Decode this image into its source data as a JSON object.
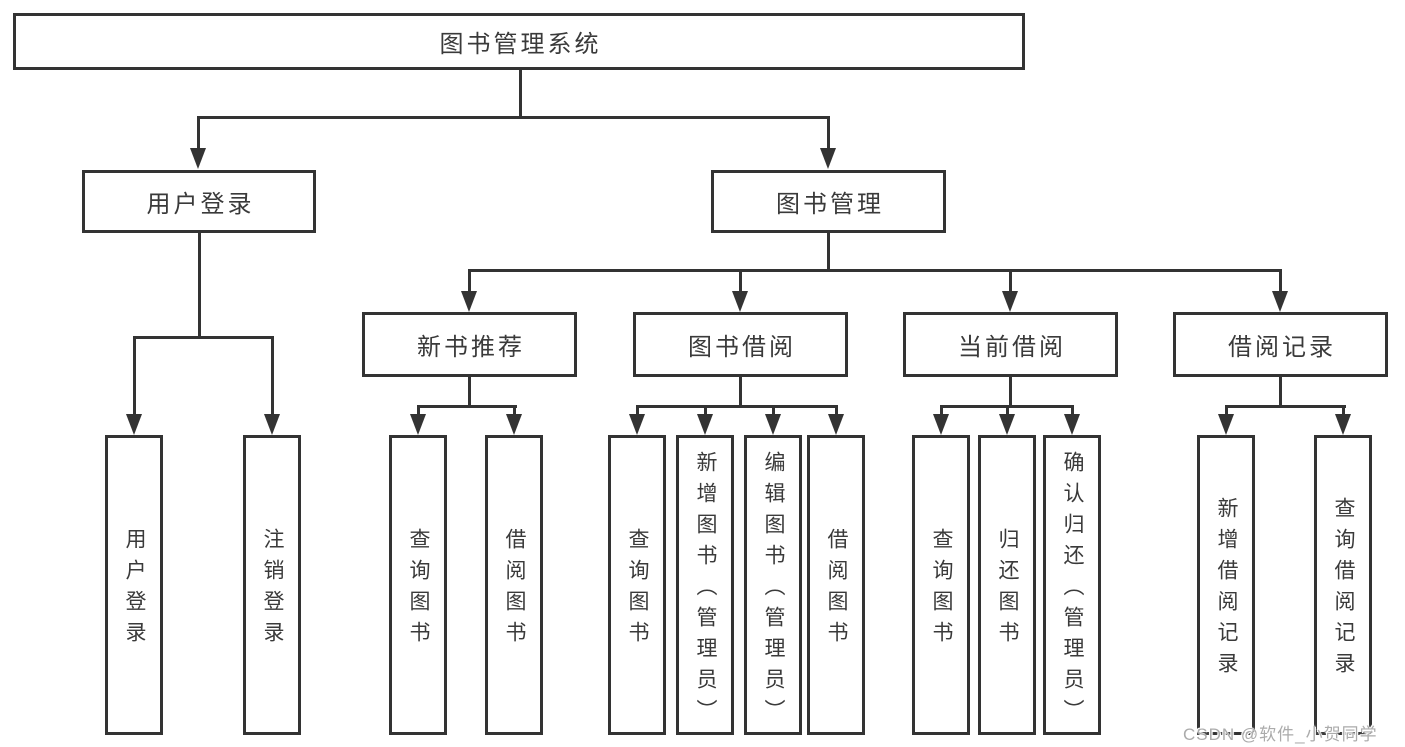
{
  "nodes": {
    "root": "图书管理系统",
    "userLogin": "用户登录",
    "bookMgmt": "图书管理",
    "newBookRec": "新书推荐",
    "bookBorrow": "图书借阅",
    "currentBorrow": "当前借阅",
    "borrowRecords": "借阅记录",
    "leafUserLogin": "用户登录",
    "leafLogout": "注销登录",
    "leafQueryBook1": "查询图书",
    "leafBorrowBook1": "借阅图书",
    "leafQueryBook2": "查询图书",
    "leafAddBook": "新增图书（管理员）",
    "leafEditBook": "编辑图书（管理员）",
    "leafBorrowBook2": "借阅图书",
    "leafQueryBook3": "查询图书",
    "leafReturnBook": "归还图书",
    "leafConfirmReturn": "确认归还（管理员）",
    "leafAddRecord": "新增借阅记录",
    "leafQueryRecord": "查询借阅记录"
  },
  "hierarchy": {
    "图书管理系统": {
      "用户登录": [
        "用户登录",
        "注销登录"
      ],
      "图书管理": {
        "新书推荐": [
          "查询图书",
          "借阅图书"
        ],
        "图书借阅": [
          "查询图书",
          "新增图书（管理员）",
          "编辑图书（管理员）",
          "借阅图书"
        ],
        "当前借阅": [
          "查询图书",
          "归还图书",
          "确认归还（管理员）"
        ],
        "借阅记录": [
          "新增借阅记录",
          "查询借阅记录"
        ]
      }
    }
  },
  "watermark": "CSDN @软件_小贺同学",
  "colors": {
    "line": "#333333",
    "text": "#3a3a3a",
    "background": "#ffffff",
    "watermark": "#ababab"
  }
}
